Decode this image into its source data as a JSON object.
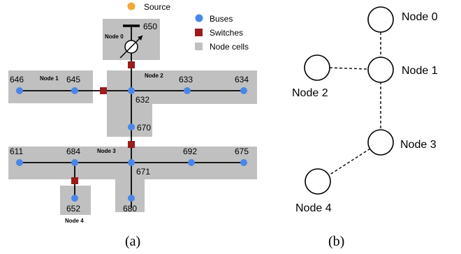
{
  "panel_a": {
    "caption": "(a)",
    "legend": {
      "source": "Source",
      "buses": "Buses",
      "switches": "Switches",
      "node_cells": "Node cells"
    },
    "colors": {
      "source": "#F4A83A",
      "bus": "#4A86E8",
      "switch": "#9B1C1C",
      "cell": "#C0C0C0",
      "line": "#000000"
    },
    "cell_labels": {
      "node0": "Node 0",
      "node1": "Node 1",
      "node2": "Node 2",
      "node3": "Node 3",
      "node4": "Node 4"
    },
    "bus_labels": {
      "b650": "650",
      "b646": "646",
      "b645": "645",
      "b632": "632",
      "b633": "633",
      "b634": "634",
      "b670": "670",
      "b611": "611",
      "b684": "684",
      "b671": "671",
      "b692": "692",
      "b675": "675",
      "b652": "652",
      "b680": "680"
    }
  },
  "panel_b": {
    "caption": "(b)",
    "nodes": {
      "n0": "Node 0",
      "n1": "Node 1",
      "n2": "Node 2",
      "n3": "Node 3",
      "n4": "Node 4"
    }
  }
}
